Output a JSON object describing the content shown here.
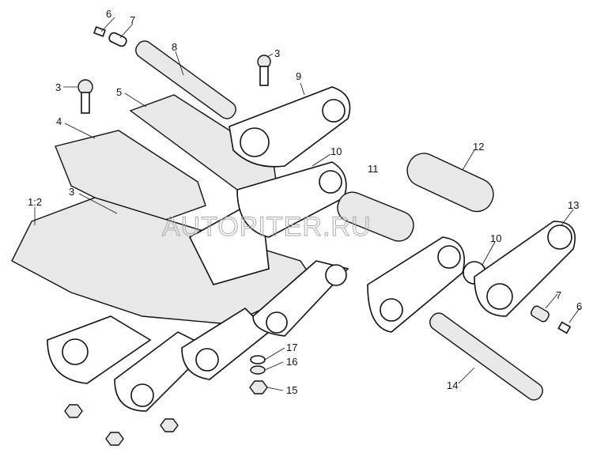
{
  "diagram": {
    "watermark": "AUTOPITER.RU",
    "callouts": [
      {
        "id": "6a",
        "text": "6"
      },
      {
        "id": "7a",
        "text": "7"
      },
      {
        "id": "8",
        "text": "8"
      },
      {
        "id": "3a",
        "text": "3"
      },
      {
        "id": "3b",
        "text": "3"
      },
      {
        "id": "9",
        "text": "9"
      },
      {
        "id": "5",
        "text": "5"
      },
      {
        "id": "4",
        "text": "4"
      },
      {
        "id": "10a",
        "text": "10"
      },
      {
        "id": "11",
        "text": "11"
      },
      {
        "id": "12",
        "text": "12"
      },
      {
        "id": "12b",
        "text": "1:2"
      },
      {
        "id": "3c",
        "text": "3"
      },
      {
        "id": "13",
        "text": "13"
      },
      {
        "id": "10b",
        "text": "10"
      },
      {
        "id": "7b",
        "text": "7"
      },
      {
        "id": "6b",
        "text": "6"
      },
      {
        "id": "14",
        "text": "14"
      },
      {
        "id": "17",
        "text": "17"
      },
      {
        "id": "16",
        "text": "16"
      },
      {
        "id": "15",
        "text": "15"
      }
    ]
  }
}
